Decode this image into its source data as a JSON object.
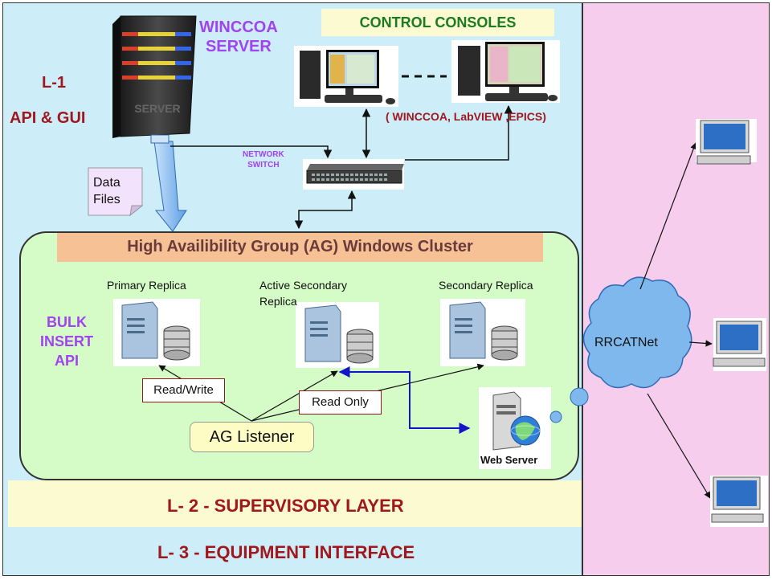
{
  "layers": {
    "l1": "L-1",
    "l1_sub": "API & GUI",
    "l2": "L- 2 - SUPERVISORY LAYER",
    "l3": "L- 3 - EQUIPMENT INTERFACE"
  },
  "server": {
    "line1": "WINCCOA",
    "line2": "SERVER",
    "case_text": "SERVER"
  },
  "consoles": {
    "title": "CONTROL CONSOLES",
    "subtitle": "( WINCCOA, LabVIEW ,EPICS)"
  },
  "switch": {
    "line1": "NETWORK",
    "line2": "SWITCH"
  },
  "data_files": {
    "line1": "Data",
    "line2": "Files"
  },
  "cluster": {
    "title": "High Availibility Group (AG) Windows Cluster",
    "primary": "Primary Replica",
    "active_secondary_1": "Active Secondary",
    "active_secondary_2": "Replica",
    "secondary": "Secondary Replica",
    "bulk_1": "BULK",
    "bulk_2": "INSERT",
    "bulk_3": "API",
    "read_write": "Read/Write",
    "read_only": "Read Only",
    "listener": "AG Listener",
    "web_server": "Web Server"
  },
  "network": {
    "name": "RRCATNet"
  },
  "colors": {
    "main_bg": "#cdeef8",
    "right_bg": "#f7cdee",
    "band": "#fbfad0",
    "cluster_bg": "#d5fbc7",
    "title_bar": "#f7c196",
    "layer_text": "#a0171e",
    "purple_text": "#a143f0",
    "green_text": "#1c7a22",
    "cloud": "#7eb8ec"
  }
}
